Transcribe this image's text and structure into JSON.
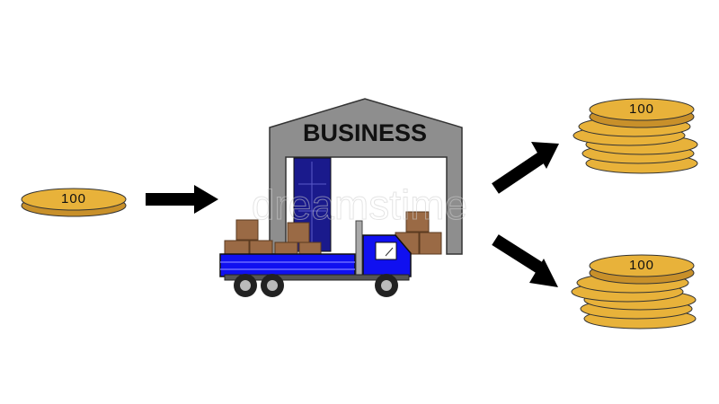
{
  "business": {
    "label": "BUSINESS"
  },
  "coins": {
    "input_value": "100",
    "upper_stack_value": "100",
    "lower_stack_value": "100"
  },
  "watermark": {
    "text": "dreamstime"
  },
  "colors": {
    "coin_face": "#E8B23A",
    "coin_edge": "#C8902A",
    "warehouse": "#8E8E8E",
    "door": "#1A1A8C",
    "truck_body": "#1010F0",
    "box": "#9A6A45",
    "arrow": "#000000"
  }
}
